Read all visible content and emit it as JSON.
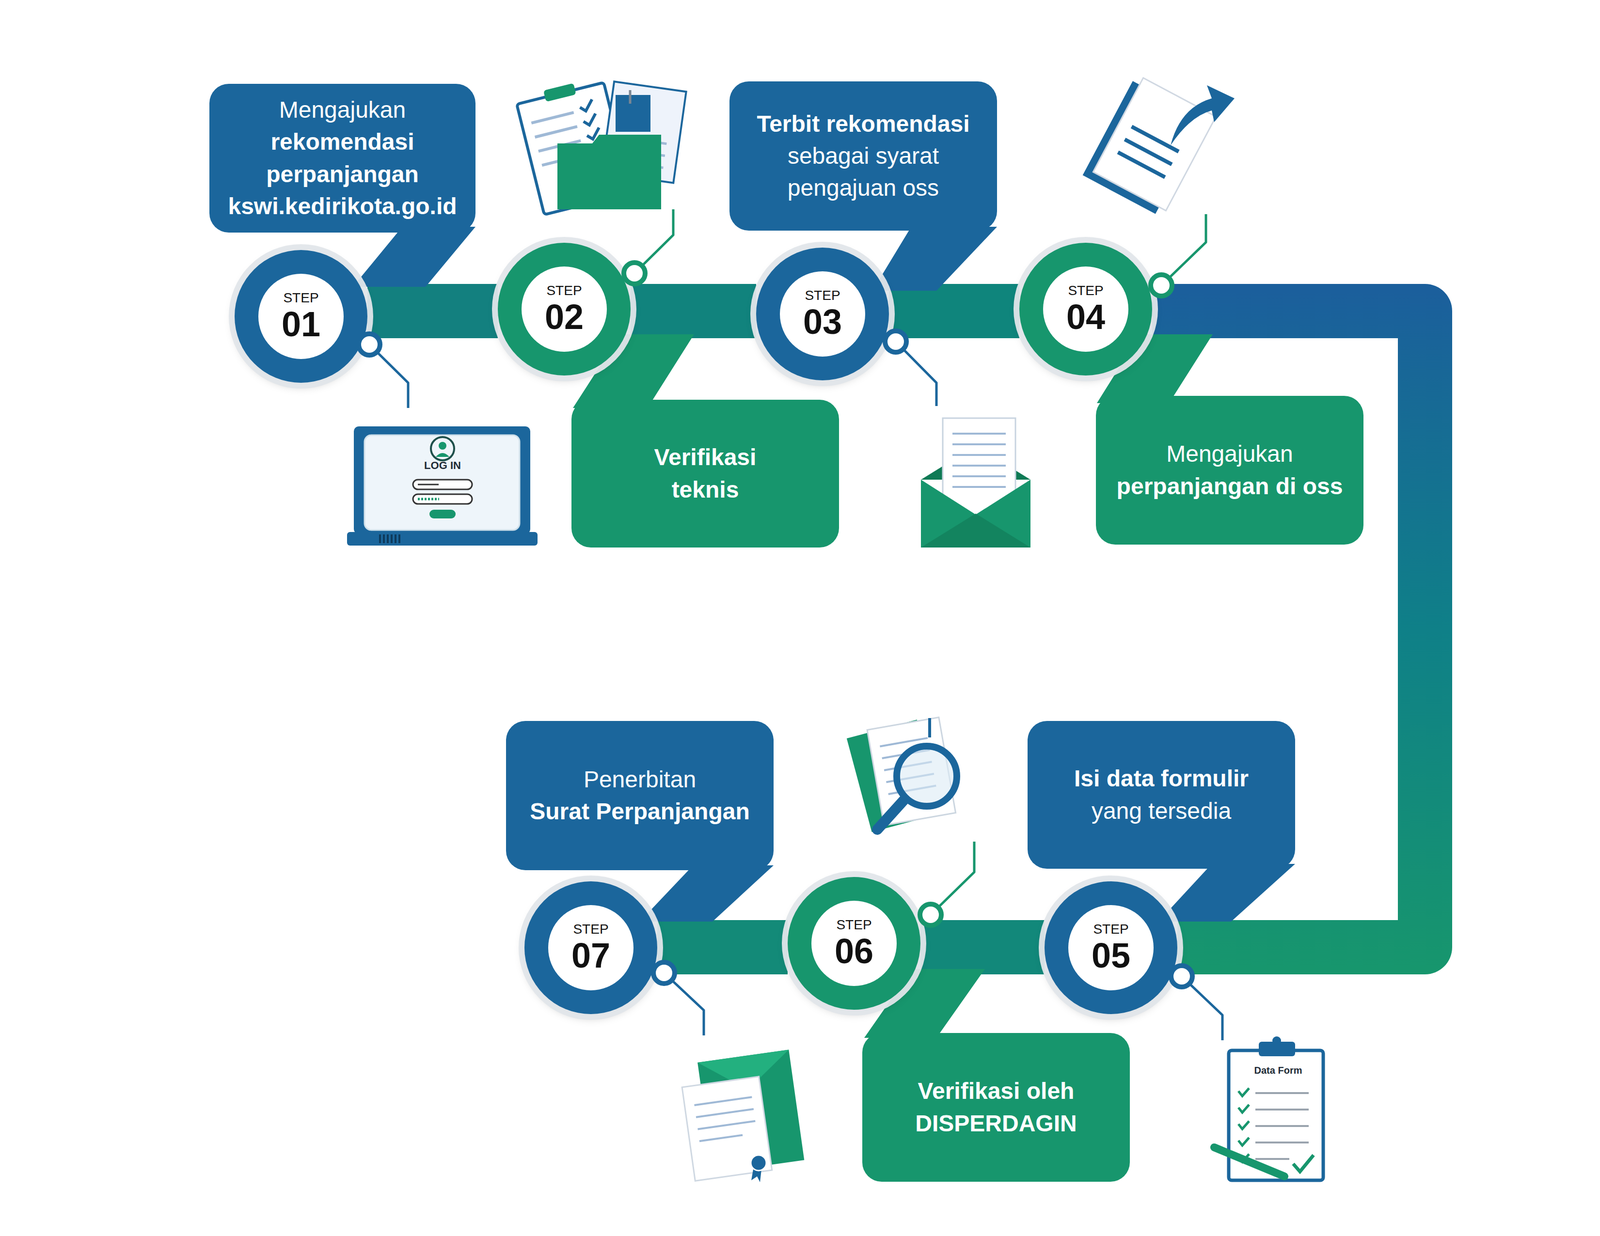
{
  "diagram": {
    "nodes": [
      {
        "text": [
          "Mengajukan",
          "rekomendasi perpanjangan kswi.kedirikota.go.id"
        ]
      },
      {
        "text": [
          "STEP",
          "01"
        ]
      },
      {
        "text": [
          "STEP",
          "02"
        ]
      },
      {
        "text": [
          "Verifikasi teknis"
        ]
      },
      {
        "text": [
          "Terbit rekomendasi",
          "sebagai syarat pengajuan oss"
        ]
      },
      {
        "text": [
          "STEP",
          "03"
        ]
      },
      {
        "text": [
          "STEP",
          "04"
        ]
      },
      {
        "text": [
          "Mengajukan",
          "perpanjangan di oss"
        ]
      },
      {
        "text": [
          "Isi data formulir",
          "yang tersedia"
        ]
      },
      {
        "text": [
          "STEP",
          "05"
        ]
      },
      {
        "text": [
          "STEP",
          "06"
        ]
      },
      {
        "text": [
          "Verifikasi oleh DISPERDAGIN"
        ]
      },
      {
        "text": [
          "Penerbitan",
          "Surat Perpanjangan"
        ]
      },
      {
        "text": [
          "STEP",
          "07"
        ]
      }
    ],
    "edges": [
      {
        "from": 1,
        "to": 2,
        "arrow": "none"
      },
      {
        "from": 2,
        "to": 5,
        "arrow": "none"
      },
      {
        "from": 5,
        "to": 6,
        "arrow": "none"
      },
      {
        "from": 6,
        "to": 9,
        "arrow": "none"
      },
      {
        "from": 9,
        "to": 10,
        "arrow": "none"
      },
      {
        "from": 10,
        "to": 13,
        "arrow": "none"
      }
    ],
    "labels": [
      "LOG IN",
      "Data Form"
    ]
  }
}
